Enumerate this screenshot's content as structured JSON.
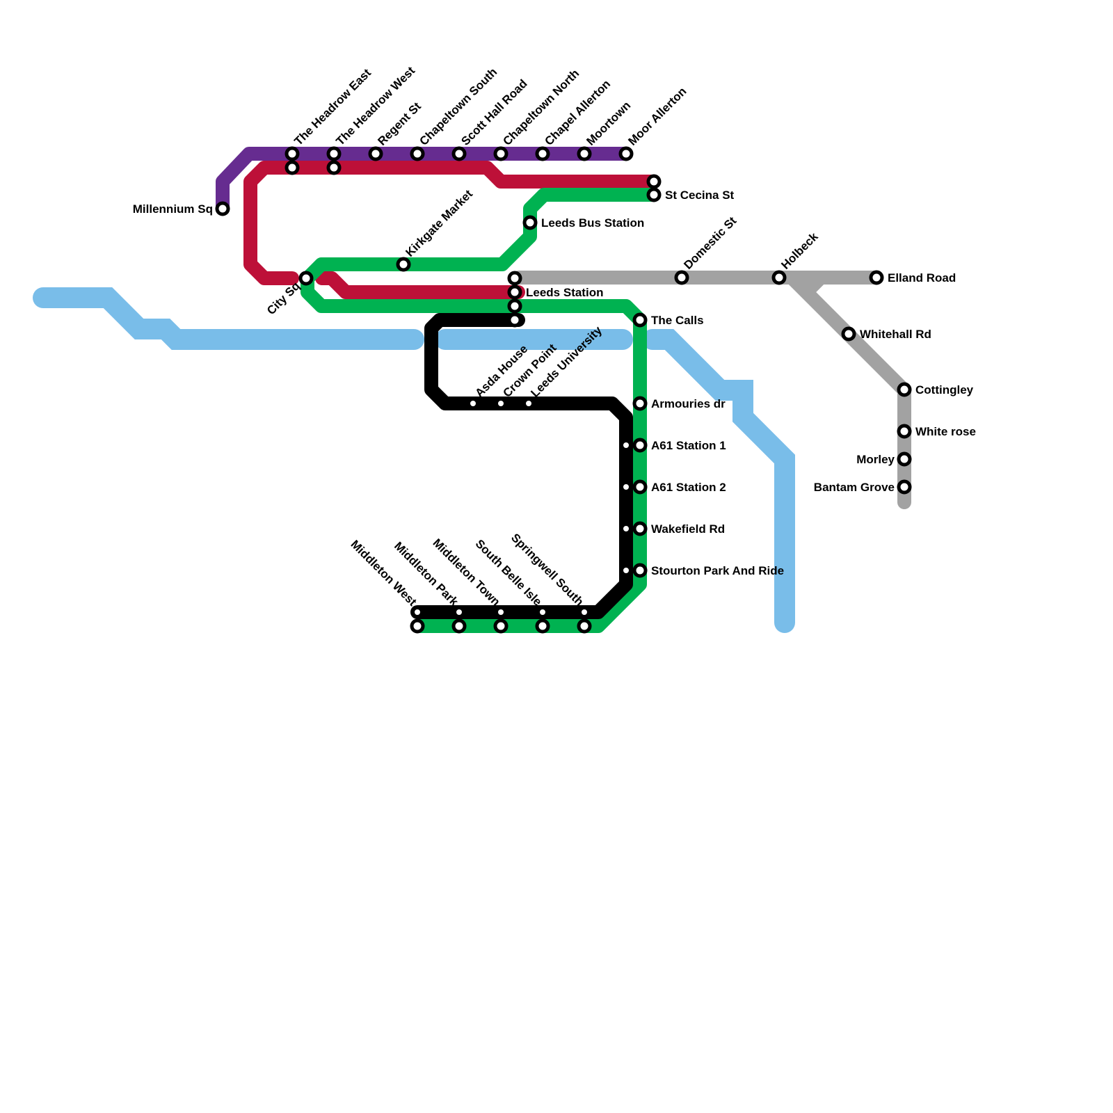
{
  "map": {
    "title": "Leeds Transit Map",
    "colors": {
      "purple": "#662c90",
      "red": "#bd1038",
      "green": "#00b251",
      "black": "#000000",
      "grey": "#a2a2a2",
      "river": "#79bde9",
      "station_fill": "#ffffff",
      "station_stroke": "#000000"
    },
    "lines": [
      {
        "id": "purple",
        "name": "Purple line",
        "color": "#662c90"
      },
      {
        "id": "red",
        "name": "Red line",
        "color": "#bd1038"
      },
      {
        "id": "green",
        "name": "Green line",
        "color": "#00b251"
      },
      {
        "id": "black",
        "name": "Black line",
        "color": "#000000"
      },
      {
        "id": "grey",
        "name": "Grey line",
        "color": "#a2a2a2"
      }
    ],
    "stations": {
      "millennium_sq": "Millennium Sq",
      "headrow_east": "The Headrow East",
      "headrow_west": "The Headrow West",
      "regent_st": "Regent St",
      "chapeltown_south": "Chapeltown South",
      "scott_hall_road": "Scott Hall Road",
      "chapeltown_north": "Chapeltown North",
      "chapel_allerton": "Chapel Allerton",
      "moortown": "Moortown",
      "moor_allerton": "Moor Allerton",
      "st_cecina_st": "St Cecina St",
      "leeds_bus_station": "Leeds Bus Station",
      "kirkgate_market": "Kirkgate Market",
      "city_sq": "City Sq",
      "leeds_station": "Leeds Station",
      "domestic_st": "Domestic St",
      "holbeck": "Holbeck",
      "elland_road": "Elland Road",
      "whitehall_rd": "Whitehall Rd",
      "cottingley": "Cottingley",
      "white_rose": "White rose",
      "morley": "Morley",
      "bantam_grove": "Bantam Grove",
      "the_calls": "The Calls",
      "asda_house": "Asda House",
      "crown_point": "Crown Point",
      "leeds_university": "Leeds University",
      "armouries_dr": "Armouries dr",
      "a61_station_1": "A61 Station 1",
      "a61_station_2": "A61 Station 2",
      "wakefield_rd": "Wakefield Rd",
      "stourton_park": "Stourton Park And Ride",
      "middleton_west": "Middleton West",
      "middleton_park": "Middleton Park",
      "middleton_town": "Middleton Town",
      "south_belle_isle": "South Belle Isle",
      "springwell_south": "Springwell South"
    }
  }
}
